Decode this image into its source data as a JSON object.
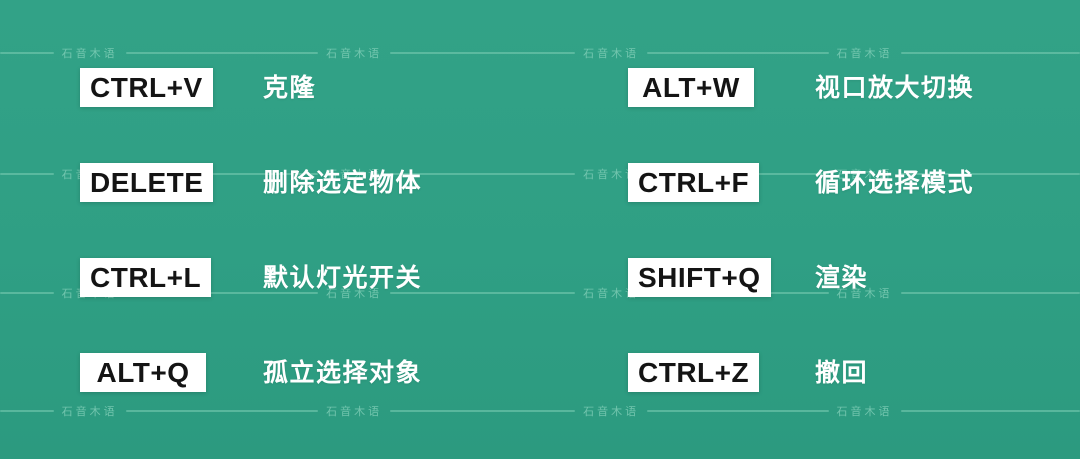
{
  "theme": {
    "background_color": "#2f9f84",
    "watermark_color": "#8fd6c0",
    "key_badge_background": "#ffffff",
    "key_badge_text_color": "#141414",
    "description_text_color": "#ffffff"
  },
  "watermark": {
    "text": "石音木语"
  },
  "shortcuts": {
    "left": [
      {
        "key": "CTRL+V",
        "desc": "克隆"
      },
      {
        "key": "DELETE",
        "desc": "删除选定物体"
      },
      {
        "key": "CTRL+L",
        "desc": "默认灯光开关"
      },
      {
        "key": "ALT+Q",
        "desc": "孤立选择对象"
      }
    ],
    "right": [
      {
        "key": "ALT+W",
        "desc": "视口放大切换"
      },
      {
        "key": "CTRL+F",
        "desc": "循环选择模式"
      },
      {
        "key": "SHIFT+Q",
        "desc": "渲染"
      },
      {
        "key": "CTRL+Z",
        "desc": "撤回"
      }
    ]
  }
}
